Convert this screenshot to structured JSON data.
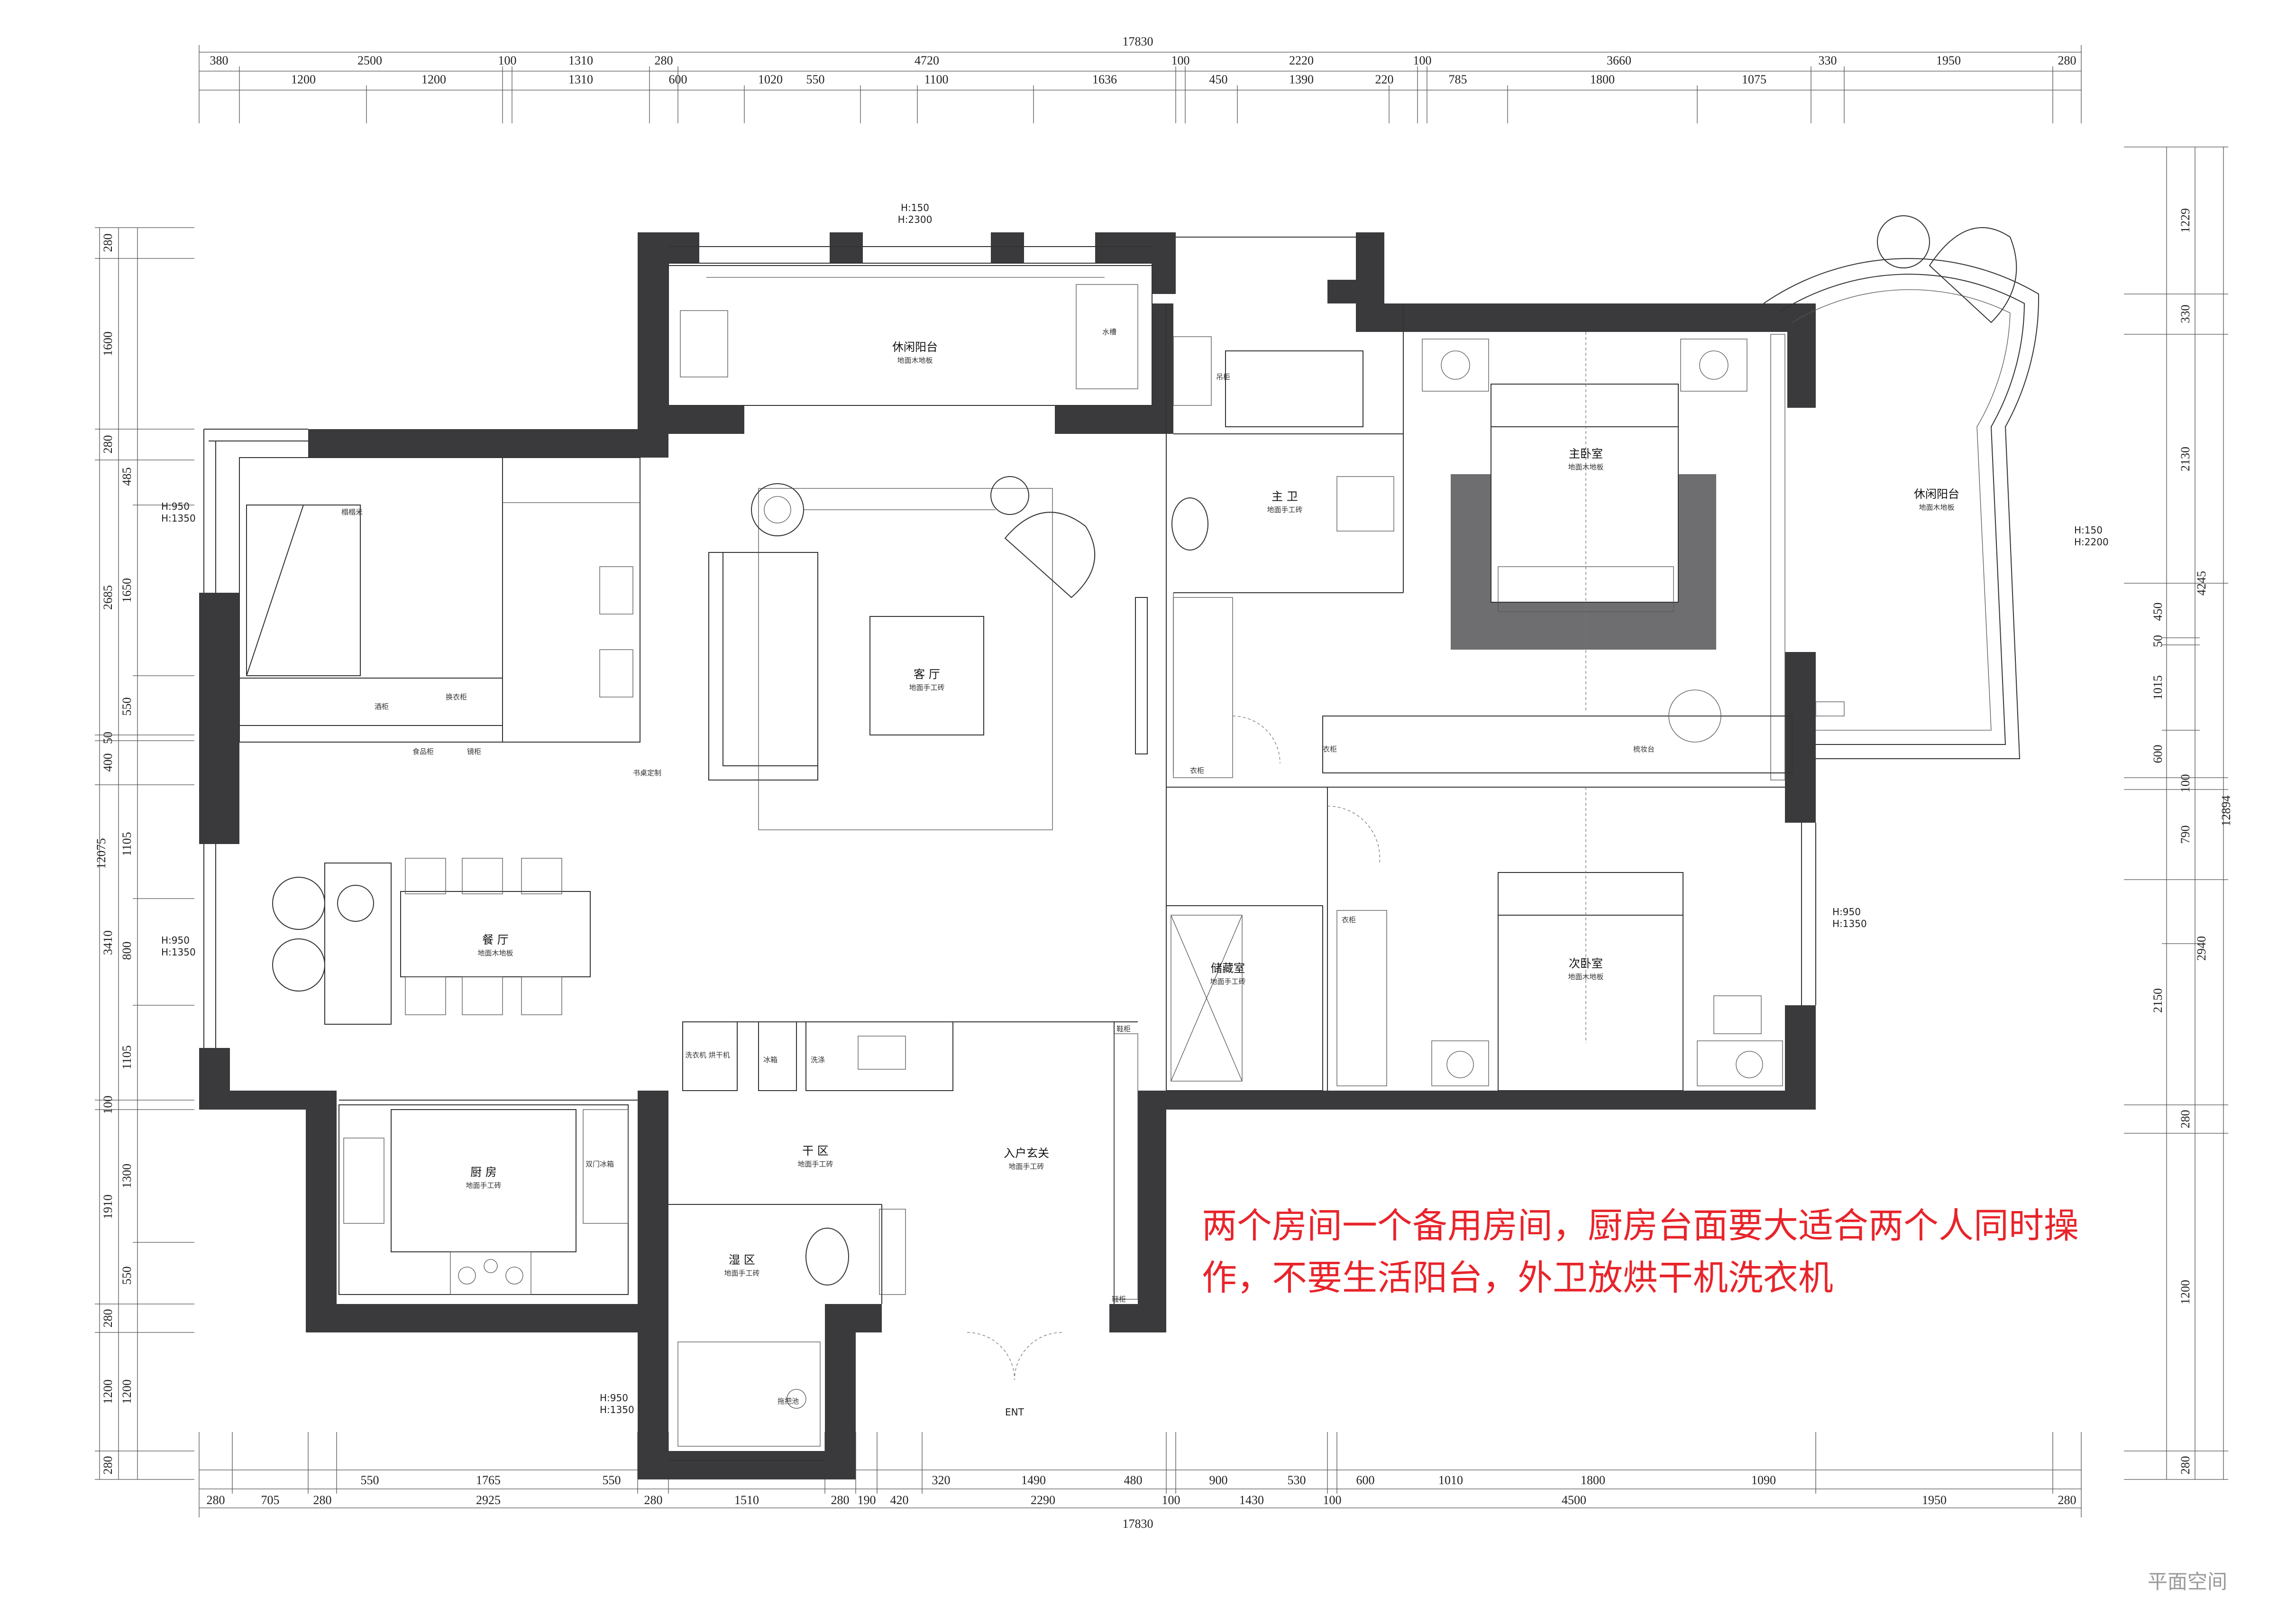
{
  "dims": {
    "top_total": "17830",
    "top_row1": [
      "380",
      "2500",
      "100",
      "1310",
      "280",
      "4720",
      "100",
      "2220",
      "100",
      "3660",
      "330",
      "1950",
      "280"
    ],
    "top_row2": [
      "1200",
      "1200",
      "1310",
      "600",
      "1020",
      "550",
      "1100",
      "1636",
      "450",
      "1390",
      "220",
      "785",
      "1800",
      "1075"
    ],
    "bottom_total": "17830",
    "bottom_row1": [
      "280",
      "705",
      "280",
      "2925",
      "280",
      "1510",
      "280",
      "190",
      "420",
      "2290",
      "100",
      "1430",
      "100",
      "4500",
      "1950",
      "280"
    ],
    "bottom_row2": [
      "550",
      "1765",
      "550",
      "320",
      "1490",
      "480",
      "900",
      "530",
      "600",
      "1010",
      "1800",
      "1090"
    ],
    "left_total": "12075",
    "left_row1": [
      "280",
      "1600",
      "280",
      "2685",
      "50",
      "400",
      "3410",
      "100",
      "1910",
      "280",
      "1200",
      "280"
    ],
    "left_row2": [
      "485",
      "1650",
      "550",
      "1105",
      "800",
      "1105",
      "1300",
      "550",
      "1200"
    ],
    "right_total": "12894",
    "right_row1": [
      "1229",
      "330",
      "2130",
      "4245",
      "100",
      "790",
      "2940",
      "280",
      "1200",
      "280"
    ],
    "right_row2": [
      "450",
      "50",
      "1015",
      "600",
      "2150"
    ]
  },
  "rooms": {
    "leisure_balcony_top": {
      "name": "休闲阳台",
      "floor": "地面木地板"
    },
    "leisure_balcony_right": {
      "name": "休闲阳台",
      "floor": "地面木地板"
    },
    "living": {
      "name": "客 厅",
      "floor": "地面手工砖"
    },
    "dining": {
      "name": "餐 厅",
      "floor": "地面木地板"
    },
    "kitchen": {
      "name": "厨 房",
      "floor": "地面手工砖"
    },
    "dry_zone": {
      "name": "干 区",
      "floor": "地面手工砖"
    },
    "wet_zone": {
      "name": "湿 区",
      "floor": "地面手工砖"
    },
    "entrance": {
      "name": "入户玄关",
      "floor": "地面手工砖"
    },
    "master_bath": {
      "name": "主 卫",
      "floor": "地面手工砖"
    },
    "master_bed": {
      "name": "主卧室",
      "floor": "地面木地板"
    },
    "second_bed": {
      "name": "次卧室",
      "floor": "地面木地板"
    },
    "storage": {
      "name": "储藏室",
      "floor": "地面手工砖"
    }
  },
  "notes": {
    "win_h150": "H:150",
    "win_h2300": "H:2300",
    "win_h2200": "H:2200",
    "win_h950": "H:950",
    "win_h1350": "H:1350",
    "tatami": "榻榻米",
    "sink_cab": "水槽",
    "upper_cab": "吊柜",
    "wine_cab": "酒柜",
    "coat_cab": "换衣柜",
    "food_cab": "食品柜",
    "mirror": "镜柜",
    "bookcase": "书桌定制",
    "wardrobe": "衣柜",
    "dresser": "梳妆台",
    "dryer": "洗衣机 烘干机",
    "fridge": "冰箱",
    "double_fridge": "双门冰箱",
    "hall_cab": "鞋柜",
    "shoe_cab": "鞋柜",
    "sink": "洗涤",
    "mop": "拖把池",
    "entry": "ENT"
  },
  "requirement": {
    "line1": "两个房间一个备用房间，厨房台面要大适合两个人同时操",
    "line2": "作，不要生活阳台，外卫放烘干机洗衣机"
  },
  "watermark": "平面空间"
}
